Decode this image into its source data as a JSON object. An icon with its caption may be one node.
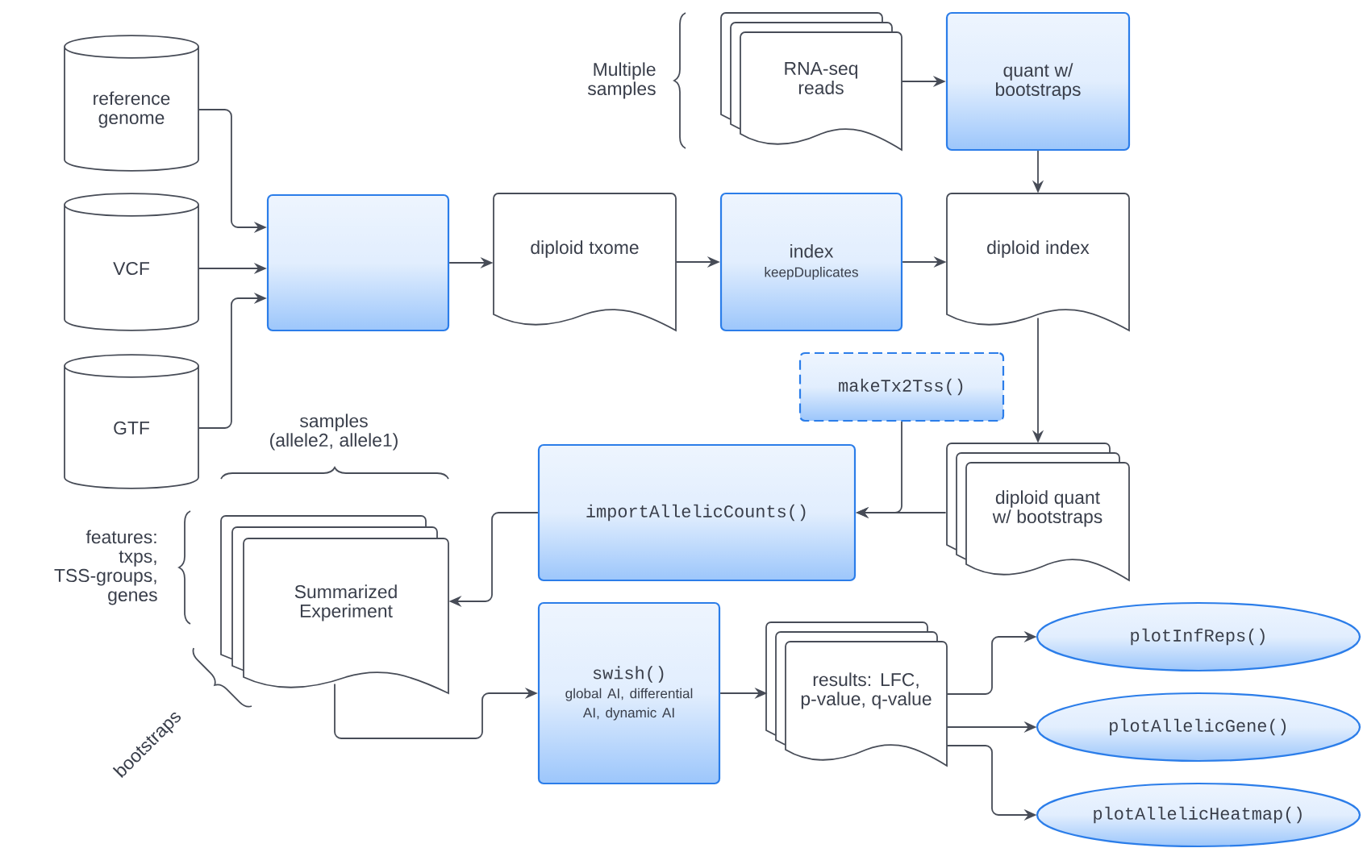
{
  "diagram": {
    "nodes": [
      {
        "text": [
          "reference genome"
        ]
      },
      {
        "text": [
          "VCF"
        ]
      },
      {
        "text": [
          "GTF"
        ]
      },
      {
        "text": [],
        "shape": "box"
      },
      {
        "text": [
          "diploid txome"
        ]
      },
      {
        "text": [
          "index",
          "keepDuplicates"
        ]
      },
      {
        "text": [
          "RNA-seq reads"
        ]
      },
      {
        "text": [
          "quant w/ bootstraps"
        ]
      },
      {
        "text": [
          "diploid index"
        ]
      },
      {
        "text": [
          "makeTx2Tss()"
        ]
      },
      {
        "text": [
          "diploid quant w/ bootstraps"
        ]
      },
      {
        "text": [
          "importAllelicCounts()"
        ]
      },
      {
        "text": [
          "Summarized Experiment"
        ]
      },
      {
        "text": [
          "swish()",
          "global AI, differential AI, dynamic AI"
        ]
      },
      {
        "text": [
          "results: LFC, p-value, q-value"
        ]
      },
      {
        "text": [
          "plotInfReps()"
        ]
      },
      {
        "text": [
          "plotAllelicGene()"
        ]
      },
      {
        "text": [
          "plotAllelicHeatmap()"
        ]
      }
    ],
    "edges": [
      {
        "from": 0,
        "to": 3,
        "arrow": "to"
      },
      {
        "from": 1,
        "to": 3,
        "arrow": "to"
      },
      {
        "from": 2,
        "to": 3,
        "arrow": "to"
      },
      {
        "from": 3,
        "to": 4,
        "arrow": "to"
      },
      {
        "from": 4,
        "to": 5,
        "arrow": "to"
      },
      {
        "from": 5,
        "to": 8,
        "arrow": "to"
      },
      {
        "from": 6,
        "to": 7,
        "arrow": "to"
      },
      {
        "from": 7,
        "to": 8,
        "arrow": "to"
      },
      {
        "from": 8,
        "to": 10,
        "arrow": "to"
      },
      {
        "from": 9,
        "to": 11,
        "arrow": "to"
      },
      {
        "from": 10,
        "to": 11,
        "arrow": "to"
      },
      {
        "from": 11,
        "to": 12,
        "arrow": "to"
      },
      {
        "from": 12,
        "to": 13,
        "arrow": "to"
      },
      {
        "from": 13,
        "to": 14,
        "arrow": "to"
      },
      {
        "from": 14,
        "to": 15,
        "arrow": "to"
      },
      {
        "from": 14,
        "to": 16,
        "arrow": "to"
      },
      {
        "from": 14,
        "to": 17,
        "arrow": "to"
      }
    ],
    "labels": [
      "Multiple samples",
      "samples (allele2, allele1)",
      "features: txps, TSS-groups, genes",
      "bootstraps"
    ]
  }
}
